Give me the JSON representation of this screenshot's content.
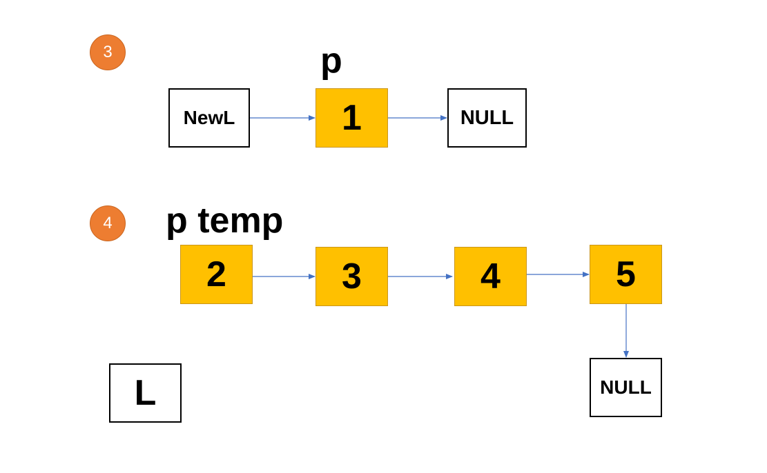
{
  "colors": {
    "badge": "#ED7D31",
    "data_node": "#FFC000",
    "arrow": "#4472C4"
  },
  "step3": {
    "badge": "3",
    "pointer_label": "p",
    "head_label": "NewL",
    "node_value": "1",
    "null_label": "NULL"
  },
  "step4": {
    "badge": "4",
    "pointer_label": "p temp",
    "nodes": [
      "2",
      "3",
      "4",
      "5"
    ],
    "null_label": "NULL",
    "list_label": "L"
  }
}
